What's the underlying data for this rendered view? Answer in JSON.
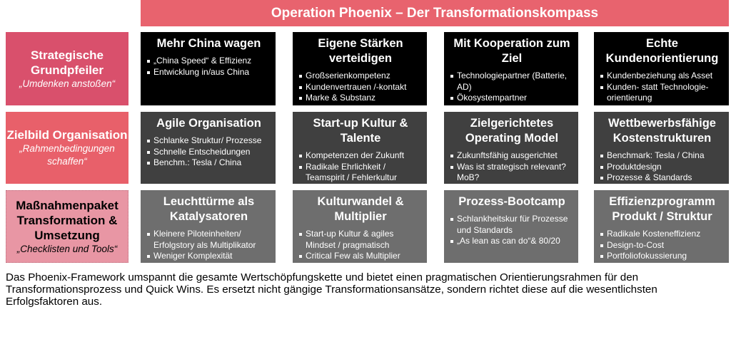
{
  "title": "Operation Phoenix – Der Transformationskompass",
  "rows": [
    {
      "label": "Strategische Grundpfeiler",
      "sub": "„Umdenken anstoßen“",
      "color": "#d9506c"
    },
    {
      "label": "Zielbild Organisation",
      "sub": "„Rahmenbedingungen schaffen“",
      "color": "#e8606a"
    },
    {
      "label": "Maßnahmenpaket Transformation & Umsetzung",
      "sub": "„Checklisten und Tools“",
      "color": "#e896a4"
    }
  ],
  "cells": [
    [
      {
        "title": "Mehr China wagen",
        "items": [
          "„China Speed“ & Effizienz",
          "Entwicklung in/aus China"
        ]
      },
      {
        "title": "Eigene Stärken verteidigen",
        "items": [
          "Großserienkompetenz",
          "Kundenvertrauen /-kontakt",
          "Marke & Substanz"
        ]
      },
      {
        "title": "Mit Kooperation zum Ziel",
        "items": [
          "Technologiepartner (Batterie, AD)",
          "Ökosystempartner"
        ]
      },
      {
        "title": "Echte Kundenorientierung",
        "items": [
          "Kundenbeziehung als Asset",
          "Kunden- statt Technologie-orientierung"
        ]
      }
    ],
    [
      {
        "title": "Agile Organisation",
        "items": [
          "Schlanke Struktur/ Prozesse",
          "Schnelle Entscheidungen",
          "Benchm.: Tesla / China"
        ]
      },
      {
        "title": "Start-up Kultur & Talente",
        "items": [
          "Kompetenzen der Zukunft",
          "Radikale Ehrlichkeit / Teamspirit / Fehlerkultur"
        ]
      },
      {
        "title": "Zielgerichtetes Operating Model",
        "items": [
          "Zukunftsfähig ausgerichtet",
          "Was ist strategisch relevant? MoB?"
        ]
      },
      {
        "title": "Wettbewerbsfähige Kostenstrukturen",
        "items": [
          "Benchmark: Tesla / China",
          "Produktdesign",
          "Prozesse & Standards"
        ]
      }
    ],
    [
      {
        "title": "Leuchttürme als Katalysatoren",
        "items": [
          "Kleinere Piloteinheiten/ Erfolgstory als Multiplikator",
          "Weniger Komplexität"
        ]
      },
      {
        "title": "Kulturwandel & Multiplier",
        "items": [
          "Start-up Kultur & agiles Mindset / pragmatisch",
          "Critical Few als Multiplier"
        ]
      },
      {
        "title": "Prozess-Bootcamp",
        "items": [
          "Schlankheitskur für Prozesse und Standards",
          "„As lean as can do“& 80/20"
        ]
      },
      {
        "title": "Effizienzprogramm Produkt / Struktur",
        "items": [
          "Radikale Kosteneffizienz",
          "Design-to-Cost",
          "Portfoliofokussierung"
        ]
      }
    ]
  ],
  "footer": "Das Phoenix-Framework umspannt die gesamte Wertschöpfungskette und bietet einen pragmatischen Orientierungsrahmen für den Transformationsprozess und Quick Wins. Es ersetzt nicht gängige Transformationsansätze, sondern richtet diese auf die wesentlichsten Erfolgsfaktoren aus."
}
